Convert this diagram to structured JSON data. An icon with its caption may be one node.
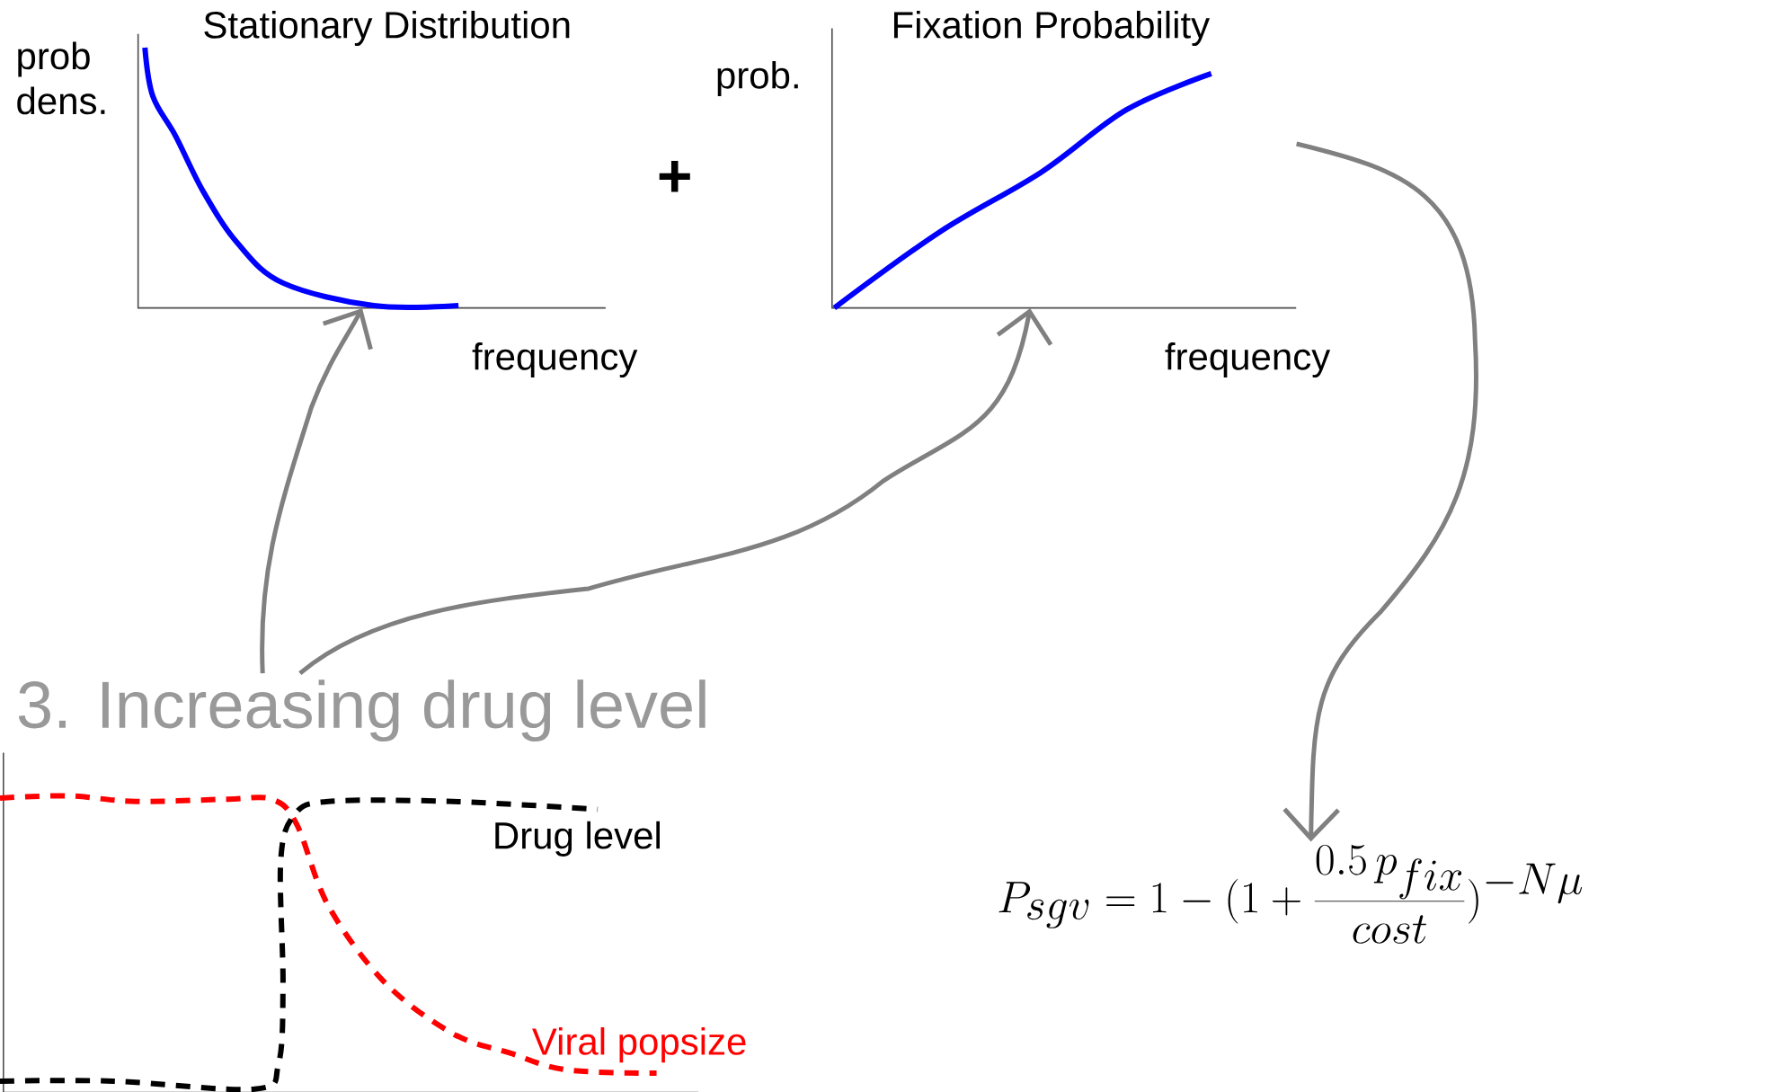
{
  "diagram": {
    "nodes": [
      {
        "text": [
          "Stationary Distribution",
          "prob dens.",
          "frequency"
        ]
      },
      {
        "text": [
          "Fixation Probability",
          "prob.",
          "frequency"
        ]
      },
      {
        "text": [
          "P_{sgv} = 1-(1+\\frac{0.5\\,p_{fix}}{cost})^{-N\\mu}"
        ]
      },
      {
        "text": [
          "3. Increasing drug level",
          "Drug level",
          "Viral popsize"
        ]
      }
    ],
    "edges": [
      {
        "from": 3,
        "to": 0,
        "arrow": "to"
      },
      {
        "from": 3,
        "to": 1,
        "arrow": "to"
      },
      {
        "from": 1,
        "to": 2,
        "arrow": "to"
      }
    ],
    "labels": [
      "+"
    ]
  }
}
